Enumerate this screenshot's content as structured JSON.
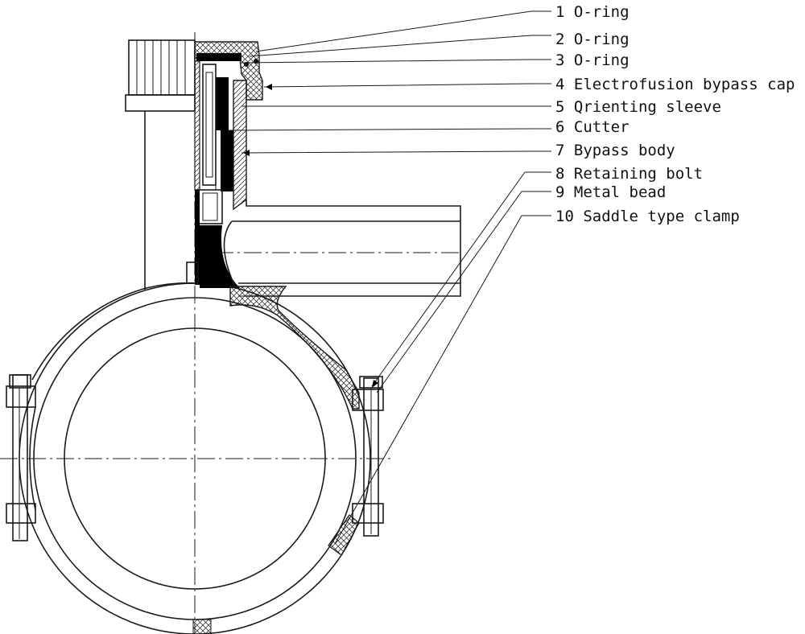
{
  "labels": [
    {
      "num": "1",
      "text": "O-ring"
    },
    {
      "num": "2",
      "text": "O-ring"
    },
    {
      "num": "3",
      "text": "O-ring"
    },
    {
      "num": "4",
      "text": "Electrofusion bypass cap"
    },
    {
      "num": "5",
      "text": "Qrienting sleeve"
    },
    {
      "num": "6",
      "text": "Cutter"
    },
    {
      "num": "7",
      "text": "Bypass body"
    },
    {
      "num": "8",
      "text": "Retaining bolt"
    },
    {
      "num": "9",
      "text": "Metal bead"
    },
    {
      "num": "10",
      "text": "Saddle type clamp"
    }
  ],
  "colors": {
    "line": "#1a1a1a",
    "fill_dark": "#000000",
    "background": "#ffffff"
  }
}
